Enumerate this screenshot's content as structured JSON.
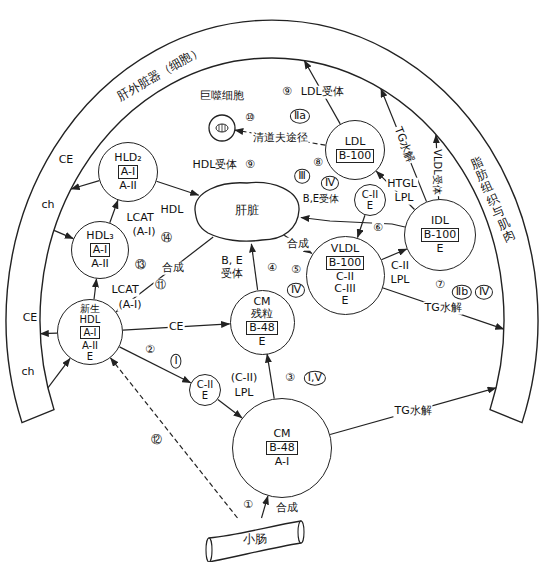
{
  "diagram": {
    "nodes": [
      {
        "text": [
          "肝外脏器（细胞）",
          "脂肪组织与肌肉"
        ]
      },
      {
        "text": [
          "HLD₂",
          "A-I",
          "A-II"
        ]
      },
      {
        "text": [
          "巨噬细胞"
        ]
      },
      {
        "text": [
          "LDL",
          "B-100"
        ]
      },
      {
        "text": [
          "C-II",
          "E"
        ]
      },
      {
        "text": [
          "IDL",
          "B-100",
          "E"
        ]
      },
      {
        "text": [
          "肝脏"
        ]
      },
      {
        "text": [
          "HDL₃",
          "A-I",
          "A-II"
        ]
      },
      {
        "text": [
          "VLDL",
          "B-100",
          "C-II",
          "C-III",
          "E"
        ]
      },
      {
        "text": [
          "新生 HDL",
          "A-I",
          "A-II",
          "E"
        ]
      },
      {
        "text": [
          "CM 残粒",
          "B-48",
          "E"
        ]
      },
      {
        "text": [
          "C-II",
          "E"
        ]
      },
      {
        "text": [
          "CM",
          "B-48",
          "A-I"
        ]
      },
      {
        "text": [
          "小肠"
        ]
      }
    ],
    "edges": [
      {
        "from": 13,
        "to": 12,
        "arrow": "to",
        "label": "合成"
      },
      {
        "from": 13,
        "to": 9,
        "arrow": "to"
      },
      {
        "from": 12,
        "to": 10,
        "arrow": "to"
      },
      {
        "from": 12,
        "to": 0,
        "arrow": "to",
        "label": "TG水解"
      },
      {
        "from": 9,
        "to": 11,
        "arrow": "to"
      },
      {
        "from": 11,
        "to": 12,
        "arrow": "to"
      },
      {
        "from": 10,
        "to": 6,
        "arrow": "to"
      },
      {
        "from": 6,
        "to": 8,
        "arrow": "to",
        "label": "合成"
      },
      {
        "from": 4,
        "to": 8,
        "arrow": "to"
      },
      {
        "from": 8,
        "to": 5,
        "arrow": "to"
      },
      {
        "from": 5,
        "to": 3,
        "arrow": "to"
      },
      {
        "from": 5,
        "to": 0,
        "arrow": "to",
        "label": "TG水解"
      },
      {
        "from": 5,
        "to": 0,
        "arrow": "to",
        "label": "VLDL受体"
      },
      {
        "from": 8,
        "to": 0,
        "arrow": "to",
        "label": "TG水解"
      },
      {
        "from": 3,
        "to": 0,
        "arrow": "to",
        "label": "LDL受体"
      },
      {
        "from": 3,
        "to": 2,
        "arrow": "to",
        "label": "清道夫途径"
      },
      {
        "from": 5,
        "to": 6,
        "arrow": "to",
        "label": "B,E受体"
      },
      {
        "from": 1,
        "to": 6,
        "arrow": "to",
        "label": "HDL受体"
      },
      {
        "from": 6,
        "to": 9,
        "arrow": "to",
        "label": "合成"
      },
      {
        "from": 9,
        "to": 10,
        "arrow": "to",
        "label": "CE"
      },
      {
        "from": 7,
        "to": 1,
        "arrow": "to"
      },
      {
        "from": 9,
        "to": 7,
        "arrow": "to"
      },
      {
        "from": 1,
        "to": 0,
        "arrow": "to",
        "label": "CE"
      },
      {
        "from": 0,
        "to": 7,
        "arrow": "to",
        "label": "ch"
      },
      {
        "from": 9,
        "to": 0,
        "arrow": "to",
        "label": "CE"
      },
      {
        "from": 0,
        "to": 9,
        "arrow": "to",
        "label": "ch"
      }
    ],
    "labels": [
      "⑨",
      "Ⅱa",
      "⑩",
      "⑨",
      "⑧",
      "Ⅲ",
      "Ⅳ",
      "HTGL",
      "LPL",
      "⑥",
      "C-II",
      "LPL",
      "⑦",
      "Ⅱb",
      "Ⅳ",
      "LCAT",
      "(A-I)",
      "HDL",
      "⑭",
      "⑬",
      "B, E 受体",
      "④",
      "⑤",
      "Ⅳ",
      "LCAT",
      "(A-I)",
      "⑪",
      "②",
      "Ⅰ",
      "(C-II)",
      "LPL",
      "③",
      "Ⅰ,Ⅴ",
      "⑫",
      "①"
    ]
  }
}
